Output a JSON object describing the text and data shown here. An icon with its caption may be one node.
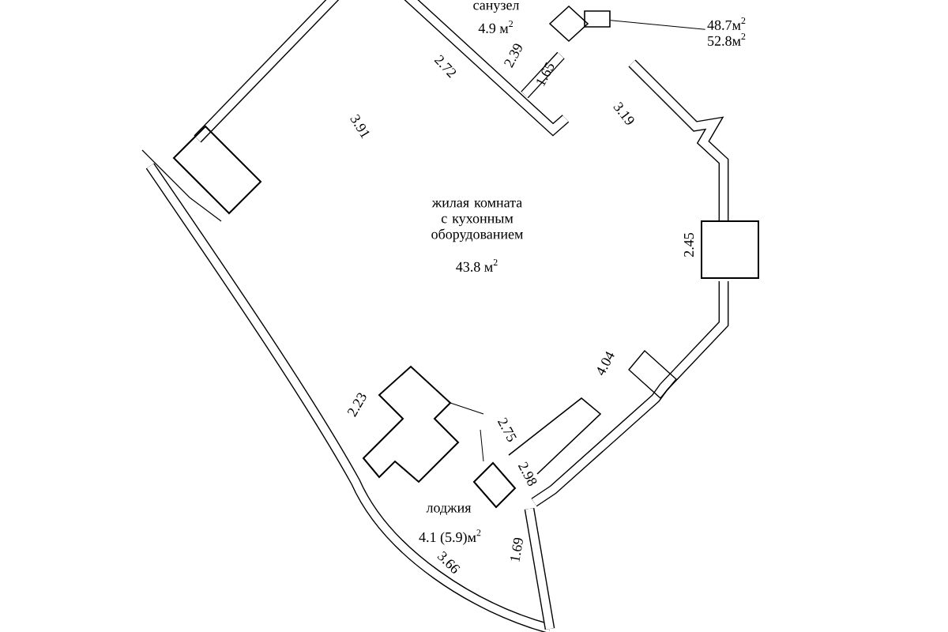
{
  "diagram": {
    "nodes": [
      {
        "text": [
          "48.7м$^{2}$",
          "52.8м$^{2}$"
        ]
      },
      {
        "text": [],
        "shape": "box"
      }
    ],
    "edges": [
      {
        "from": 0,
        "to": 1,
        "arrow": "none"
      }
    ],
    "labels": [
      "санузел",
      "4.9 м$^{2}$",
      "2.72",
      "2.39",
      "1.65",
      "3.91",
      "3.19",
      "жилая комната с кухонным оборудованием",
      "43.8 м$^{2}$",
      "2.45",
      "4.04",
      "2.23",
      "2.75",
      "2.98",
      "лоджия",
      "4.1 (5.9)м$^{2}$",
      "1.69",
      "3.66"
    ]
  }
}
